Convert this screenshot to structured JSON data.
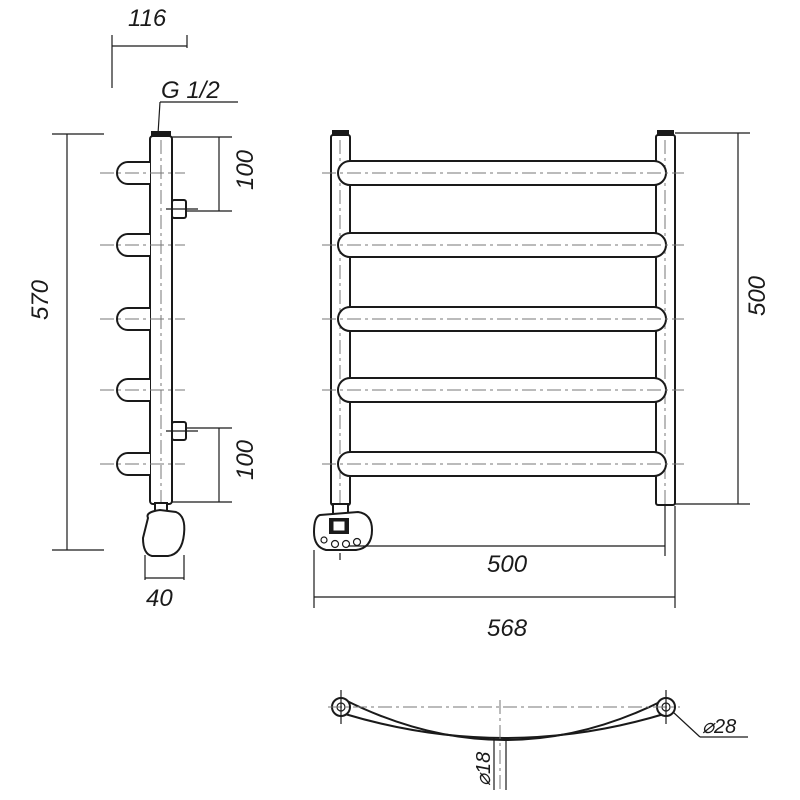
{
  "dimensions": {
    "side_offset": "116",
    "thread": "G 1/2",
    "side_height": "570",
    "top_connection_spacing": "100",
    "bottom_connection_spacing": "100",
    "heater_depth": "40",
    "front_height": "500",
    "center_distance": "500",
    "overall_width": "568",
    "rail_diameter": "⌀18",
    "post_diameter": "⌀28"
  }
}
